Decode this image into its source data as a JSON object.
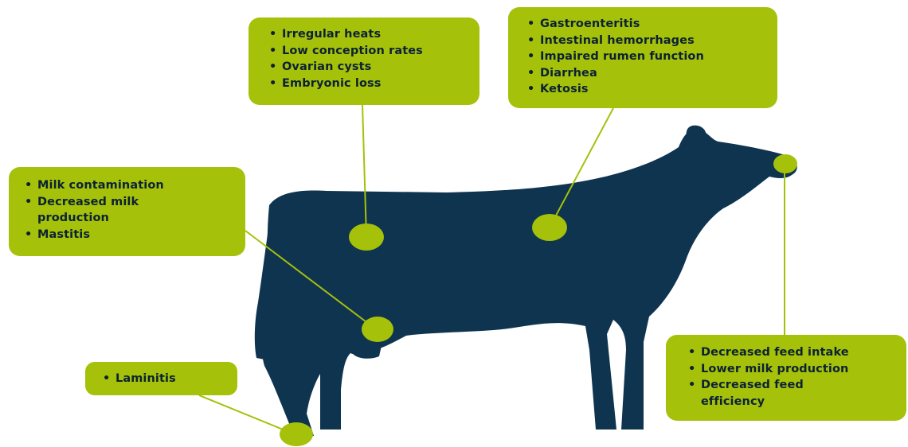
{
  "colors": {
    "box_fill": "#a5c10a",
    "cow_fill": "#0f3450",
    "connector": "#a5c10a",
    "text": "#0c2233"
  },
  "callouts": {
    "reproduction": {
      "items": [
        "Irregular heats",
        "Low conception rates",
        "Ovarian cysts",
        "Embryonic loss"
      ]
    },
    "digestive": {
      "items": [
        "Gastroenteritis",
        "Intestinal hemorrhages",
        "Impaired rumen function",
        "Diarrhea",
        "Ketosis"
      ]
    },
    "milk": {
      "items": [
        "Milk contamination",
        "Decreased milk production",
        "Mastitis"
      ]
    },
    "laminitis": {
      "items": [
        "Laminitis"
      ]
    },
    "feed": {
      "items": [
        "Decreased feed intake",
        "Lower milk production",
        "Decreased feed efficiency"
      ]
    }
  }
}
